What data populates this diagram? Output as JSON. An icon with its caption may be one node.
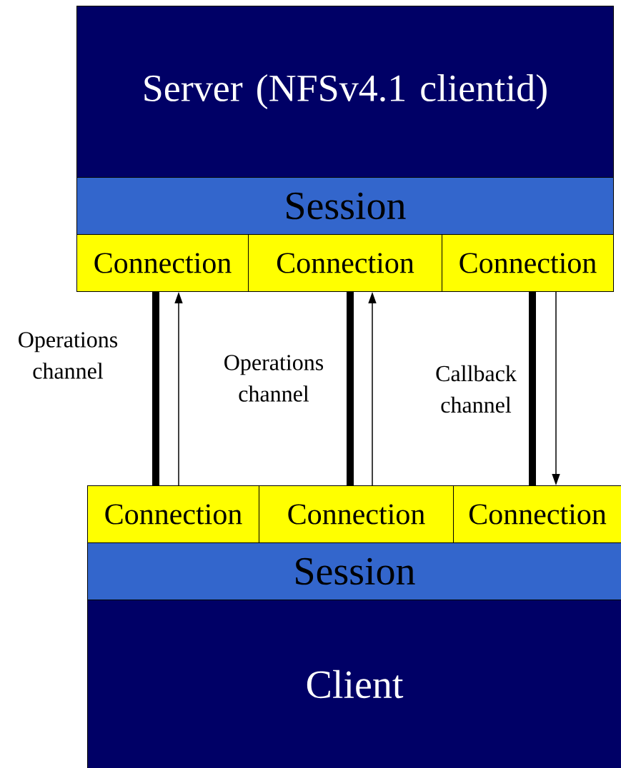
{
  "diagram": {
    "nodes": [
      {
        "text": [
          "Server (NFSv4.1 clientid)"
        ]
      },
      {
        "text": [
          "Session"
        ]
      },
      {
        "text": [
          "Connection"
        ]
      },
      {
        "text": [
          "Connection"
        ]
      },
      {
        "text": [
          "Connection"
        ]
      },
      {
        "text": [
          "Connection"
        ]
      },
      {
        "text": [
          "Connection"
        ]
      },
      {
        "text": [
          "Connection"
        ]
      },
      {
        "text": [
          "Session"
        ]
      },
      {
        "text": [
          "Client"
        ]
      }
    ],
    "edges": [
      {
        "from": 2,
        "to": 5,
        "arrow": "none",
        "style": "thick",
        "label": "Operations channel"
      },
      {
        "from": 5,
        "to": 2,
        "arrow": "to"
      },
      {
        "from": 3,
        "to": 6,
        "arrow": "none",
        "style": "thick",
        "label": "Operations channel"
      },
      {
        "from": 6,
        "to": 3,
        "arrow": "to"
      },
      {
        "from": 4,
        "to": 7,
        "arrow": "none",
        "style": "thick",
        "label": "Callback channel"
      },
      {
        "from": 4,
        "to": 7,
        "arrow": "to"
      }
    ]
  }
}
